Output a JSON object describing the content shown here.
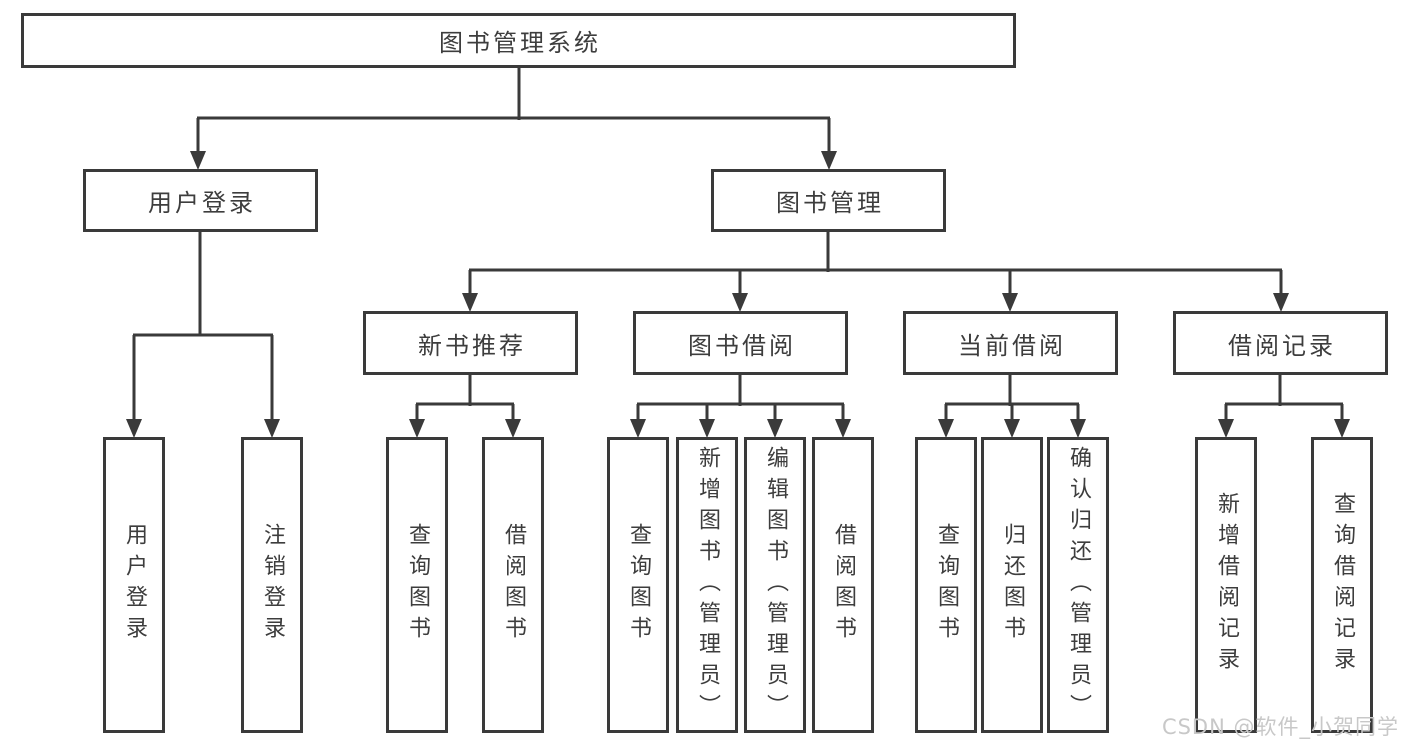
{
  "diagram": {
    "root": {
      "label": "图书管理系统"
    },
    "branches": [
      {
        "label": "用户登录",
        "children": [
          {
            "label": "用户登录"
          },
          {
            "label": "注销登录"
          }
        ]
      },
      {
        "label": "图书管理",
        "children": [
          {
            "label": "新书推荐",
            "children": [
              {
                "label": "查询图书"
              },
              {
                "label": "借阅图书"
              }
            ]
          },
          {
            "label": "图书借阅",
            "children": [
              {
                "label": "查询图书"
              },
              {
                "label": "新增图书（管理员）"
              },
              {
                "label": "编辑图书（管理员）"
              },
              {
                "label": "借阅图书"
              }
            ]
          },
          {
            "label": "当前借阅",
            "children": [
              {
                "label": "查询图书"
              },
              {
                "label": "归还图书"
              },
              {
                "label": "确认归还（管理员）"
              }
            ]
          },
          {
            "label": "借阅记录",
            "children": [
              {
                "label": "新增借阅记录"
              },
              {
                "label": "查询借阅记录"
              }
            ]
          }
        ]
      }
    ]
  },
  "watermark": {
    "text": "CSDN @软件_小贺同学"
  },
  "colors": {
    "line": "#3a3a3a",
    "text": "#3d3d3d",
    "background": "#ffffff",
    "watermark": "#c8c8c8"
  }
}
